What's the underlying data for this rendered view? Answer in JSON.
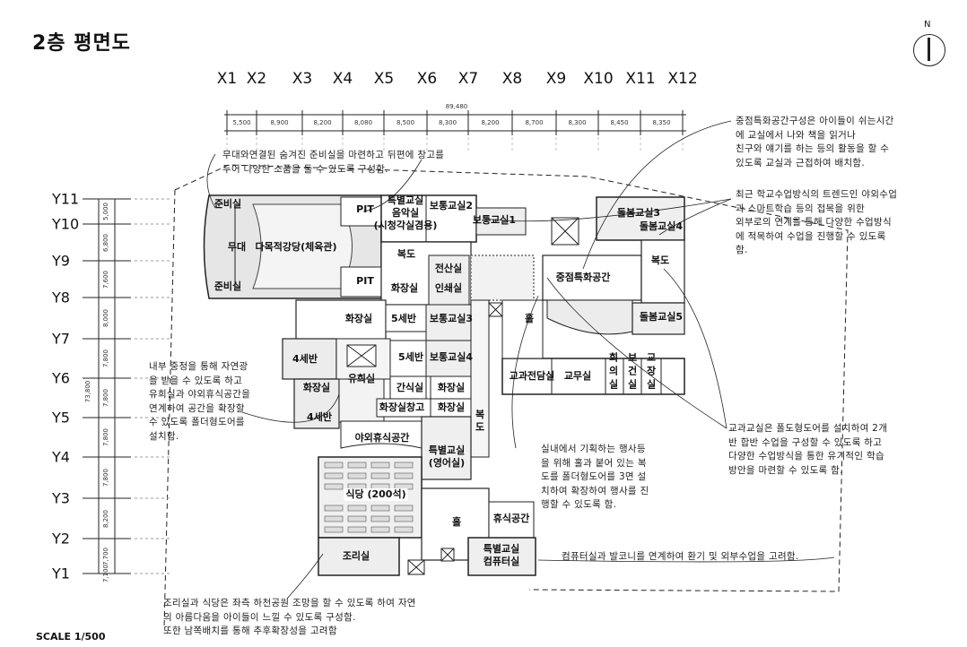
{
  "title": "2층 평면도",
  "scale": "SCALE 1/500",
  "north": "N",
  "grid_x": {
    "labels": [
      "X1",
      "X2",
      "X3",
      "X4",
      "X5",
      "X6",
      "X7",
      "X8",
      "X9",
      "X10",
      "X11",
      "X12"
    ],
    "dims": [
      "5,500",
      "8,900",
      "8,200",
      "8,080",
      "8,500",
      "8,300",
      "8,200",
      "8,700",
      "8,300",
      "8,450",
      "8,350"
    ],
    "total": "89,480"
  },
  "grid_y": {
    "labels": [
      "Y11",
      "Y10",
      "Y9",
      "Y8",
      "Y7",
      "Y6",
      "Y5",
      "Y4",
      "Y3",
      "Y2",
      "Y1"
    ],
    "dims": [
      "5,000",
      "6,800",
      "7,600",
      "8,000",
      "7,800",
      "7,800",
      "7,800",
      "7,800",
      "8,200",
      "7,700",
      "7,100"
    ],
    "total": "73,800"
  },
  "notes": {
    "stage_prep": "무대와연결된 숨겨진 준비실을 마련하고 뒤편에 창고를\n두어 다양한 소품을 둘 수 있도록 구성함.",
    "special_space": "중점특화공간구성은 아이들이 쉬는시간\n에 교실에서 나와 책을 읽거나\n친구와 얘기를 하는 등의 활동을 할 수\n있도록 교실과 근접하여 배치함.",
    "trend": "최근 학교수업방식의 트렌드인 야외수업\n과 스마트학습 등의 접목을 위한\n외부로의 연계를 통해 다양한 수업방식\n에 적목하여 수업을 진행할 수 있도록\n함.",
    "courtyard": "내부 중정을 통해 자연광\n을 받을 수 있도록 하고\n유희실과 야외휴식공간을\n연계하여 공간을 확장할\n수 있도록 폴더형도어를\n설치함.",
    "classroom": "교과교실은 폴도형도어를 설치하여 2개\n반 합반 수업을 구성할 수 있도록 하고\n다양한 수업방식을 통한 유기적인 학습\n방안을 마련할 수 있도록 함.",
    "hall": "실내에서 기획하는 행사등\n을 위해 홀과 붙어 있는 복\n도를 폴더형도어를 3면 설\n치하여 확장하여 행사를 진\n행할 수 있도록 함.",
    "computer": "컴퓨터실과 발코니를 연계하여 환기 및 외부수업을 고려함.",
    "kitchen": "조리실과 식당은 좌측 하천공원 조망을 할 수 있도록 하여 자연\n의 아름다움을 아이들이 느낄 수 있도록 구성함.\n또한 남쪽배치를 통해 추후확장성을 고려함"
  },
  "rooms": {
    "prep_top": "준비실",
    "prep_bottom": "준비실",
    "stage": "무대",
    "auditorium": "다목적강당(체육관)",
    "pit_top": "PIT",
    "pit_bottom": "PIT",
    "music": "특별교실\n음악실\n(시청각실겸용)",
    "class2": "보통교실2",
    "class1": "보통교실1",
    "corridor_top": "복도",
    "computer_room": "전산실",
    "restroom_a": "화장실",
    "print_room": "인쇄실",
    "focus_space": "중점특화공간",
    "care3": "돌봄교실3",
    "care4": "돌봄교실4",
    "corridor_right": "복도",
    "care5": "돌봄교실5",
    "restroom_b": "화장실",
    "class5_6": "5세반",
    "class3": "보통교실3",
    "hall_main": "홀",
    "class4_a": "4세반",
    "playroom": "유희실",
    "class5_b": "5세반",
    "class4": "보통교실4",
    "subject_prep": "교과전담실",
    "staff": "교무실",
    "meeting": "회의실",
    "health": "보건실",
    "principal": "교장실",
    "restroom_c": "화장실",
    "snack": "간식실",
    "restroom_d": "화장실",
    "class4_b": "4세반",
    "restroom_storage": "화장실창고",
    "restroom_e": "화장실",
    "corridor_mid": "복도",
    "outdoor_rest": "야외휴식공간",
    "english": "특별교실\n(영어실)",
    "dining": "식당 (200석)",
    "hall_south": "홀",
    "rest_space": "휴식공간",
    "kitchen": "조리실",
    "computer_lab": "특별교실\n컴퓨터실"
  }
}
